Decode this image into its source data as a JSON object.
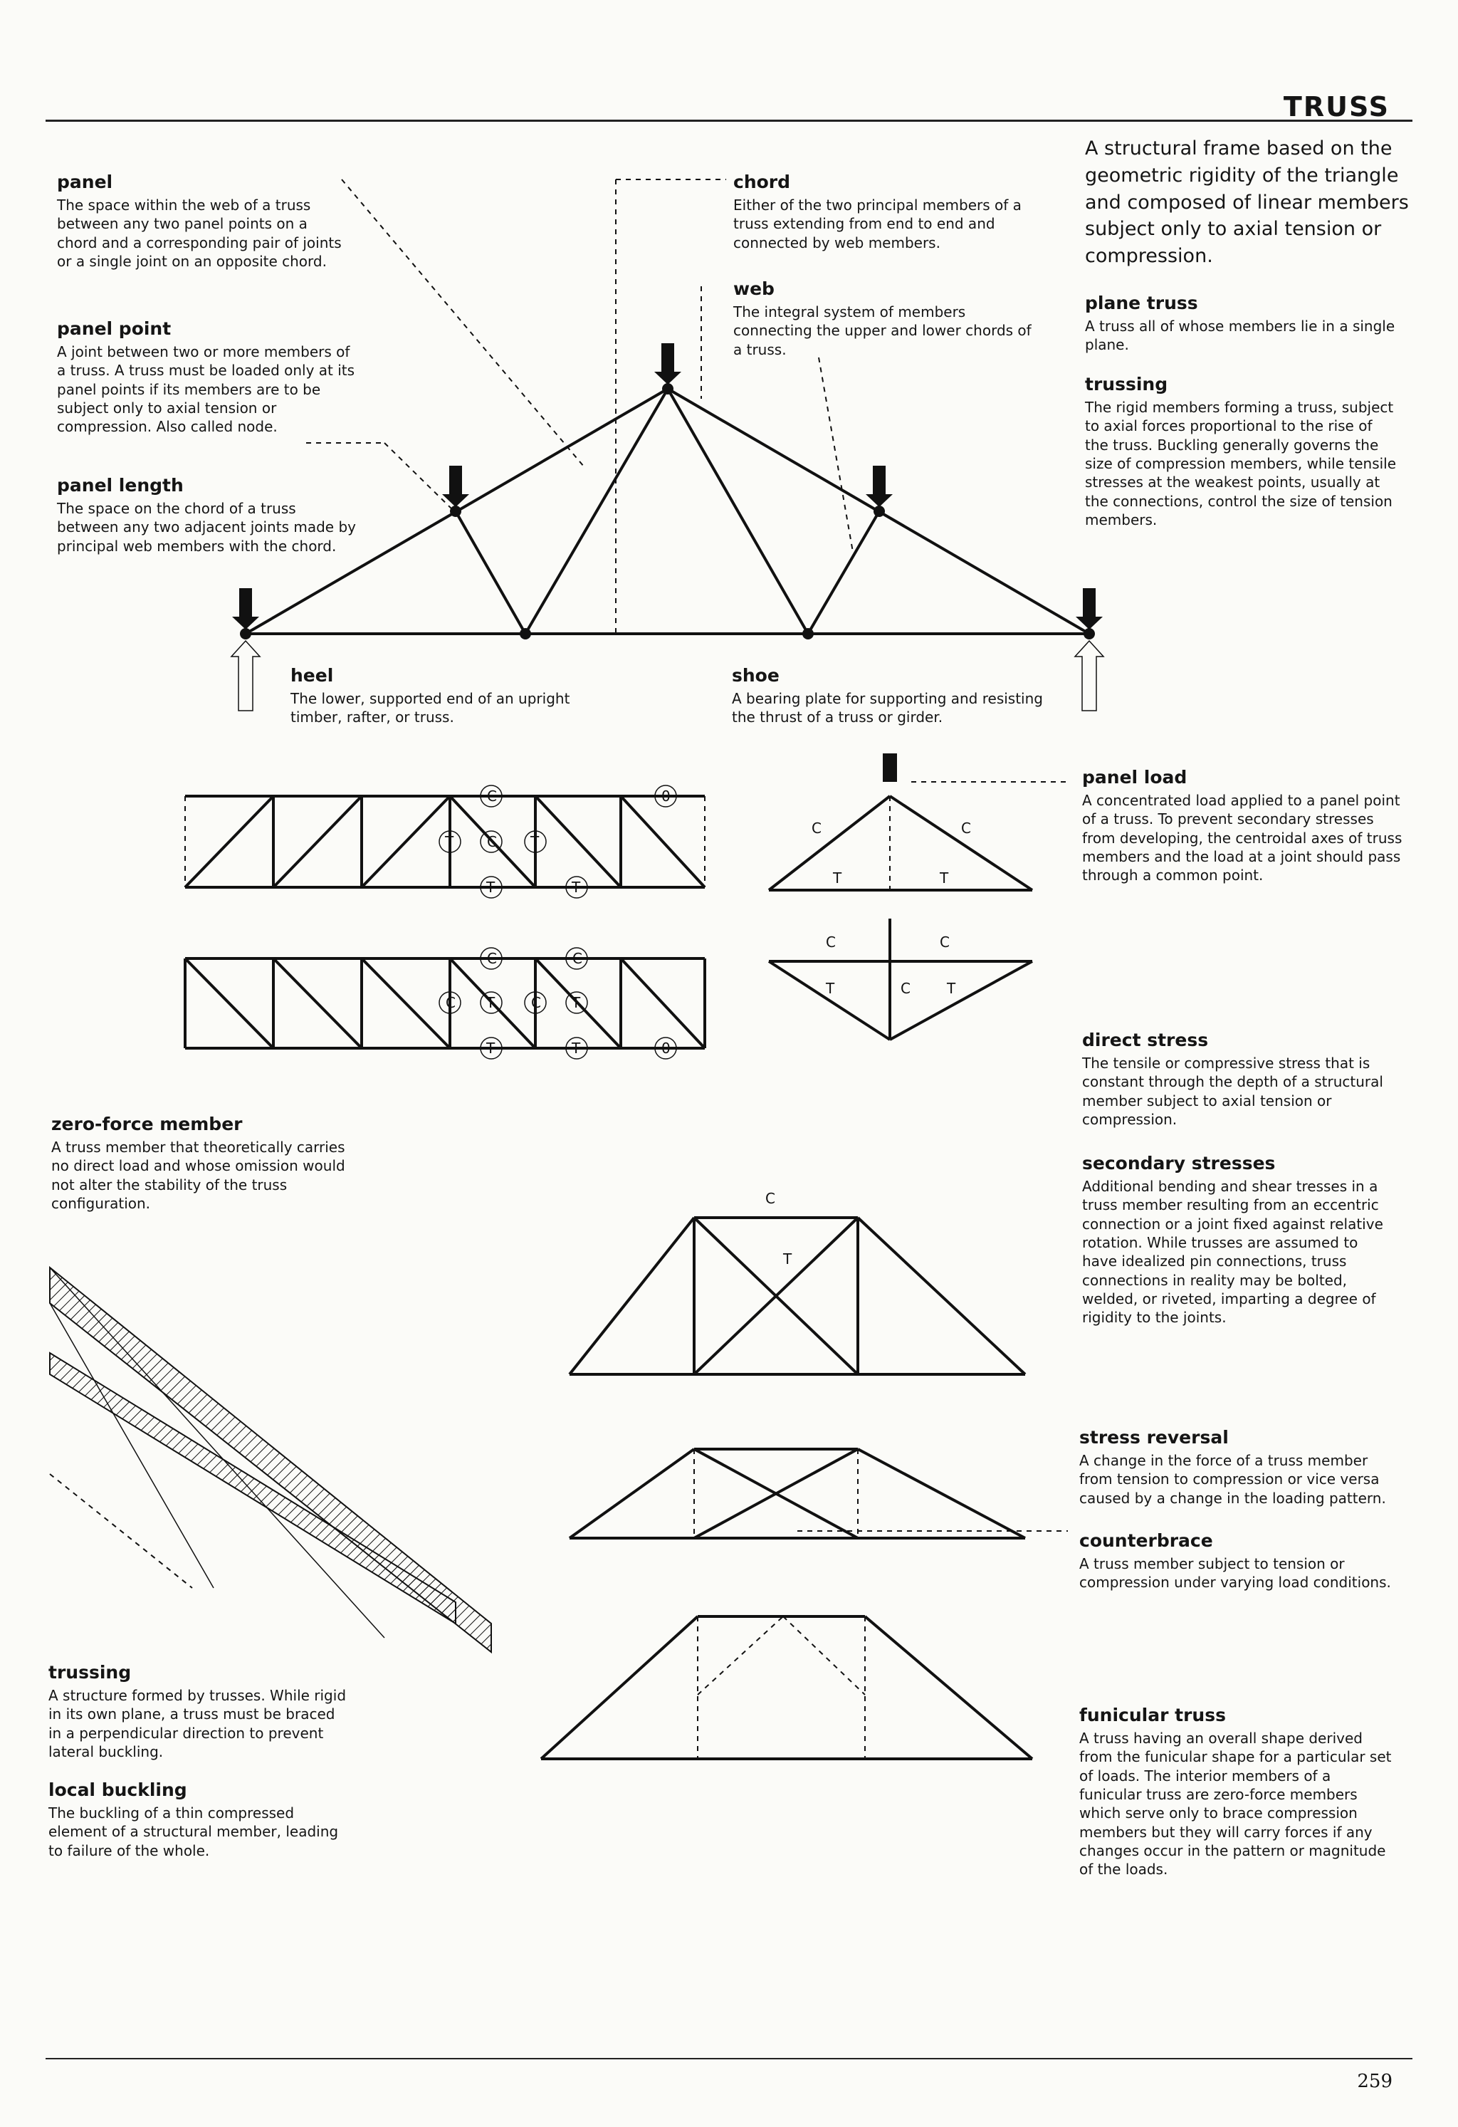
{
  "page": {
    "section_title": "TRUSS",
    "page_number": "259"
  },
  "intro": "A structural frame based on the geometric rigidity of the triangle and composed of linear members subject only to axial tension or compression.",
  "entries": {
    "panel": {
      "term": "panel",
      "def": "The space within the web of a truss between any two panel points on a chord and a corresponding pair of joints or a single joint on an opposite chord."
    },
    "panel_point": {
      "term": "panel point",
      "def": "A joint between two or more members of a truss. A truss must be loaded only at its panel points if its members are to be subject only to axial tension or compression. Also called node."
    },
    "panel_length": {
      "term": "panel length",
      "def": "The space on the chord of a truss between any two adjacent joints made by principal web members with the chord."
    },
    "chord": {
      "term": "chord",
      "def": "Either of the two principal members of a truss extending from end to end and connected by web members."
    },
    "web": {
      "term": "web",
      "def": "The integral system of members connecting the upper and lower chords of a truss."
    },
    "heel": {
      "term": "heel",
      "def": "The lower, supported end of an upright timber, rafter, or truss."
    },
    "shoe": {
      "term": "shoe",
      "def": "A bearing plate for supporting and resisting the thrust of a truss or girder."
    },
    "plane_truss": {
      "term": "plane truss",
      "def": "A truss all of whose members lie in a single plane."
    },
    "trussing_members": {
      "term": "trussing",
      "def": "The rigid members forming a truss, subject to axial forces proportional to the rise of the truss. Buckling generally governs the size of compression members, while tensile stresses at the weakest points, usually at the connections, control the size of tension members."
    },
    "panel_load": {
      "term": "panel load",
      "def": "A concentrated load applied to a panel point of a truss. To prevent secondary stresses from developing, the centroidal axes of truss members and the load at a joint should pass through a common point."
    },
    "zero_force_member": {
      "term": "zero-force member",
      "def": "A truss member that theoretically carries no direct load and whose omission would not alter the stability of the truss configuration."
    },
    "direct_stress": {
      "term": "direct stress",
      "def": "The tensile or compressive stress that is constant through the depth of a structural member subject to axial tension or compression."
    },
    "secondary_stresses": {
      "term": "secondary stresses",
      "def": "Additional bending and shear tresses in a truss member resulting from an eccentric connection or a joint fixed against relative rotation. While trusses are assumed to have idealized pin connections, truss connections in reality may be bolted, welded, or riveted, imparting a degree of rigidity to the joints."
    },
    "stress_reversal": {
      "term": "stress reversal",
      "def": "A change in the force of a truss member from tension to compression or vice versa caused by a change in the loading pattern."
    },
    "counterbrace": {
      "term": "counterbrace",
      "def": "A truss member subject to tension or compression under varying load conditions."
    },
    "trussing_structure": {
      "term": "trussing",
      "def": "A structure formed by trusses. While rigid in its own plane, a truss must be braced in a perpendicular direction to prevent lateral buckling."
    },
    "local_buckling": {
      "term": "local buckling",
      "def": "The buckling of a thin compressed element of a structural member, leading to failure of the whole."
    },
    "funicular_truss": {
      "term": "funicular truss",
      "def": "A truss having an overall shape derived from the funicular shape for a particular set of loads. The interior members of a funicular truss are zero-force members which serve only to brace compression members but they will carry forces if any changes occur in the pattern or magnitude of the loads."
    }
  },
  "labels": {
    "compression": "C",
    "tension": "T",
    "zero": "0"
  }
}
